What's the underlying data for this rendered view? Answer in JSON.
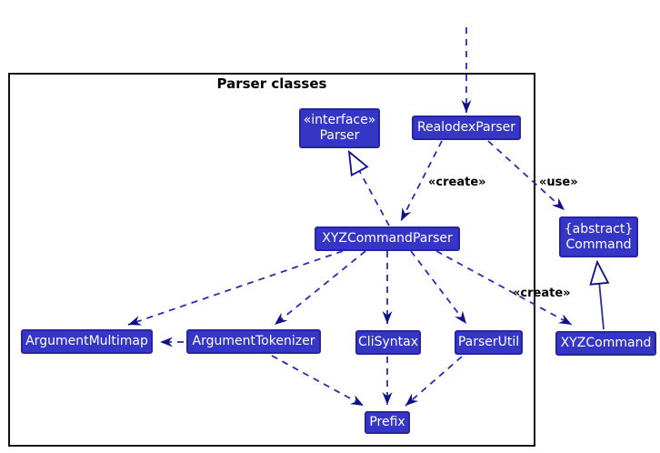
{
  "diagram": {
    "frame_title": "Parser classes",
    "boxes": {
      "parserInterface": {
        "line1": "«interface»",
        "line2": "Parser"
      },
      "realodexParser": {
        "label": "RealodexParser"
      },
      "xyzCommandParser": {
        "label": "XYZCommandParser"
      },
      "argumentMultimap": {
        "label": "ArgumentMultimap"
      },
      "argumentTokenizer": {
        "label": "ArgumentTokenizer"
      },
      "cliSyntax": {
        "label": "CliSyntax"
      },
      "parserUtil": {
        "label": "ParserUtil"
      },
      "xyzCommand": {
        "label": "XYZCommand"
      },
      "command": {
        "line1": "{abstract}",
        "line2": "Command"
      },
      "prefix": {
        "label": "Prefix"
      }
    },
    "edge_labels": {
      "create_realodex_to_xyzparser": "«create»",
      "use_realodex_to_command": "«use»",
      "create_xyzparser_to_xyzcommand": "«create»"
    },
    "edges": [
      {
        "from": "(external)",
        "to": "RealodexParser",
        "type": "dashed-dependency"
      },
      {
        "from": "RealodexParser",
        "to": "XYZCommandParser",
        "type": "dashed-dependency",
        "label": "«create»"
      },
      {
        "from": "RealodexParser",
        "to": "Command",
        "type": "dashed-dependency",
        "label": "«use»"
      },
      {
        "from": "XYZCommandParser",
        "to": "Parser",
        "type": "realization"
      },
      {
        "from": "XYZCommandParser",
        "to": "ArgumentMultimap",
        "type": "dashed-dependency"
      },
      {
        "from": "XYZCommandParser",
        "to": "ArgumentTokenizer",
        "type": "dashed-dependency"
      },
      {
        "from": "XYZCommandParser",
        "to": "CliSyntax",
        "type": "dashed-dependency"
      },
      {
        "from": "XYZCommandParser",
        "to": "ParserUtil",
        "type": "dashed-dependency"
      },
      {
        "from": "XYZCommandParser",
        "to": "XYZCommand",
        "type": "dashed-dependency",
        "label": "«create»"
      },
      {
        "from": "ArgumentTokenizer",
        "to": "ArgumentMultimap",
        "type": "dashed-dependency"
      },
      {
        "from": "ArgumentTokenizer",
        "to": "Prefix",
        "type": "dashed-dependency"
      },
      {
        "from": "CliSyntax",
        "to": "Prefix",
        "type": "dashed-dependency"
      },
      {
        "from": "ParserUtil",
        "to": "Prefix",
        "type": "dashed-dependency"
      },
      {
        "from": "XYZCommand",
        "to": "Command",
        "type": "inheritance"
      }
    ],
    "colors": {
      "box_fill": "#3535c6",
      "box_border": "#2424a4",
      "box_text": "#ffffff",
      "arrow_line": "#2b2bb0",
      "arrowhead": "#10108a",
      "frame_border": "#111111",
      "label_text": "#000000",
      "background": "#ffffff"
    }
  }
}
